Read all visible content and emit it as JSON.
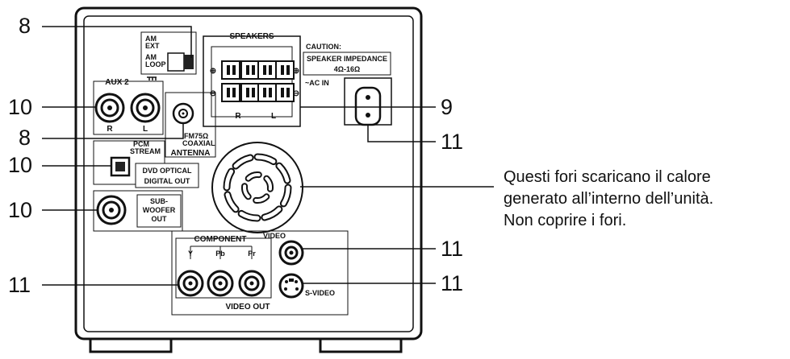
{
  "callouts": {
    "c1": "8",
    "c2": "10",
    "c3": "8",
    "c4": "10",
    "c5": "10",
    "c6": "11",
    "c7": "9",
    "c8": "11",
    "c9": "11",
    "c10": "11"
  },
  "panel": {
    "speakers": "SPEAKERS",
    "caution_title": "CAUTION:",
    "caution_line1": "SPEAKER IMPEDANCE",
    "caution_line2": "4Ω-16Ω",
    "plus": "⊕",
    "minus": "⊖",
    "spk_r": "R",
    "spk_l": "L",
    "ac_in": "~AC IN",
    "am_ext": "AM",
    "am_ext2": "EXT",
    "am_loop": "AM",
    "am_loop2": "LOOP",
    "aux2": "AUX 2",
    "aux_r": "R",
    "aux_l": "L",
    "fm_coaxial": "FM75Ω",
    "fm_coaxial2": "COAXIAL",
    "antenna": "ANTENNA",
    "pcm_stream": "PCM",
    "pcm_stream2": "STREAM",
    "dvd_optical": "DVD OPTICAL",
    "digital_out": "DIGITAL OUT",
    "sub": "SUB-",
    "woofer": "WOOFER",
    "out": "OUT",
    "component": "COMPONENT",
    "y": "Y",
    "pb": "Pb",
    "pr": "Pr",
    "video": "VIDEO",
    "s_video": "S-VIDEO",
    "video_out": "VIDEO OUT"
  },
  "note": {
    "line1": "Questi fori scaricano il calore",
    "line2": "generato all’interno dell’unità.",
    "line3": "Non coprire i fori."
  }
}
